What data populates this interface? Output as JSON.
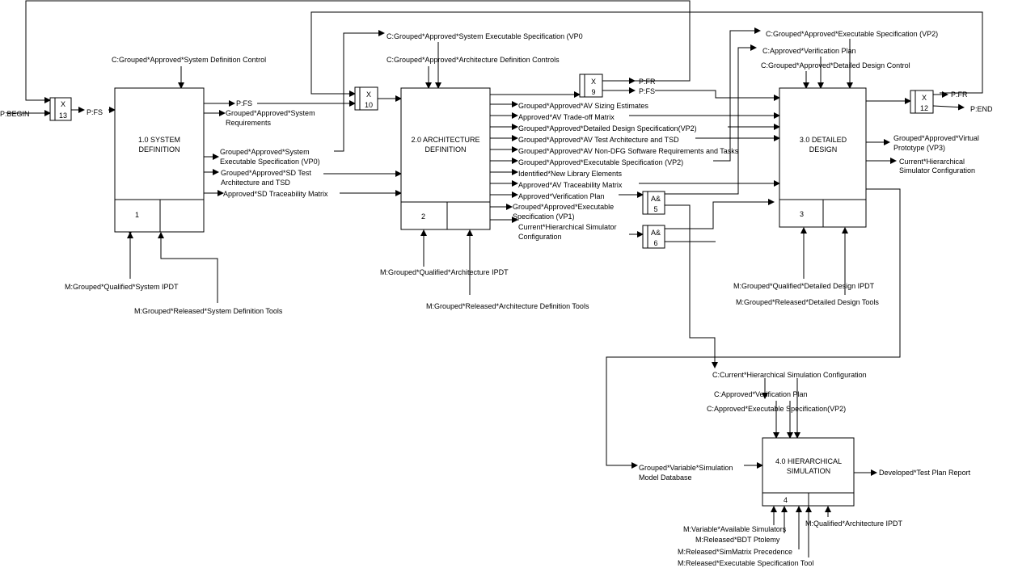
{
  "boxes": [
    {
      "title1": "1.0 SYSTEM",
      "title2": "DEFINITION",
      "num": "1"
    },
    {
      "title1": "2.0 ARCHITECTURE",
      "title2": "DEFINITION",
      "num": "2"
    },
    {
      "title1": "3.0 DETAILED",
      "title2": "DESIGN",
      "num": "3"
    },
    {
      "title1": "4.0 HIERARCHICAL",
      "title2": "SIMULATION",
      "num": "4"
    }
  ],
  "junctions": [
    {
      "type": "X",
      "num": "13"
    },
    {
      "type": "X",
      "num": "10"
    },
    {
      "type": "X",
      "num": "9"
    },
    {
      "type": "X",
      "num": "12"
    },
    {
      "type": "A&",
      "num": "5"
    },
    {
      "type": "A&",
      "num": "6"
    }
  ],
  "labels": {
    "p_begin": "P:BEGIN",
    "p_fs_1": "P:FS",
    "c_sys_def": "C:Grouped*Approved*System Definition Control",
    "o1_pfs": "P:FS",
    "o1_req_a": "Grouped*Approved*System",
    "o1_req_b": "Requirements",
    "o1_exe_a": "Grouped*Approved*System",
    "o1_exe_b": "Executable Specification (VP0)",
    "o1_test_a": "Grouped*Approved*SD Test",
    "o1_test_b": "Architecture and TSD",
    "o1_trace": "Approved*SD Traceability Matrix",
    "m1_ipdt": "M:Grouped*Qualified*System IPDT",
    "m1_tools": "M:Grouped*Released*System Definition Tools",
    "c2_exe": "C:Grouped*Approved*System Executable Specification (VP0",
    "c2_ctrl": "C:Grouped*Approved*Architecture Definition Controls",
    "o2": [
      "Grouped*Approved*AV Sizing Estimates",
      "Approved*AV Trade-off Matrix",
      "Grouped*Approved*Detailed Design Specification(VP2)",
      "Grouped*Approved*AV Test Architecture and TSD",
      "Grouped*Approved*AV Non-DFG Software Requirements and Tasks",
      "Grouped*Approved*Executable Specification (VP2)",
      "Identified*New Library Elements",
      "Approved*AV Traceability Matrix",
      "Approved*Verification Plan"
    ],
    "o2_vp1_a": "Grouped*Approved*Executable",
    "o2_vp1_b": "Specification (VP1)",
    "o2_hsc_a": "Current*Hierarchical Simulator",
    "o2_hsc_b": "Configuration",
    "p_fr_9": "P:FR",
    "p_fs_9": "P:FS",
    "m2_ipdt": "M:Grouped*Qualified*Architecture IPDT",
    "m2_tools": "M:Grouped*Released*Architecture Definition Tools",
    "c3_exe": "C:Grouped*Approved*Executable Specification (VP2)",
    "c3_ver": "C:Approved*Verification Plan",
    "c3_ctrl": "C:Grouped*Approved*Detailed Design Control",
    "p_fr_12": "P:FR",
    "p_end": "P:END",
    "o3_vp3_a": "Grouped*Approved*Virtual",
    "o3_vp3_b": "Prototype (VP3)",
    "o3_hsc_a": "Current*Hierarchical",
    "o3_hsc_b": "Simulator  Configuration",
    "m3_ipdt": "M:Grouped*Qualified*Detailed  Design IPDT",
    "m3_tools": "M:Grouped*Released*Detailed Design Tools",
    "c4_hsc": "C:Current*Hierarchical Simulation Configuration",
    "c4_ver": "C:Approved*Verification Plan",
    "c4_exe": "C:Approved*Executable Specification(VP2)",
    "i4_db_a": "Grouped*Variable*Simulation",
    "i4_db_b": "Model Database",
    "o4": "Developed*Test Plan Report",
    "m4_sims": "M:Variable*Available Simulators",
    "m4_bdt": "M:Released*BDT Ptolemy",
    "m4_simmatrix": "M:Released*SimMatrix Precedence",
    "m4_exetool": "M:Released*Executable Specification Tool",
    "m4_ipdt": "M:Qualified*Architecture IPDT"
  }
}
